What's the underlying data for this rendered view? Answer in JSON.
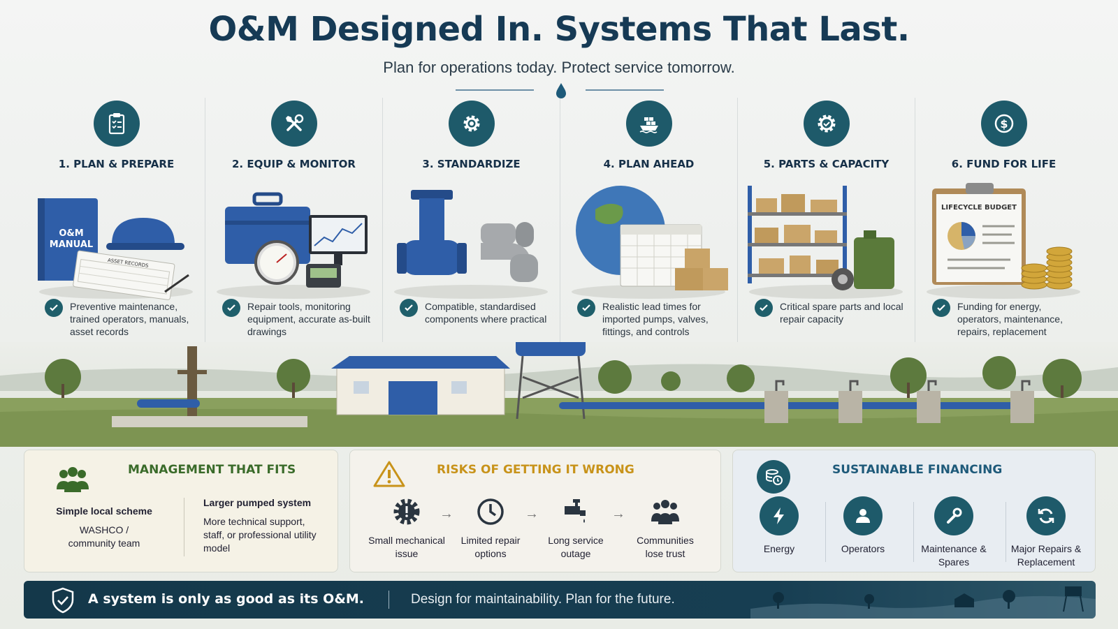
{
  "header": {
    "title": "O&M Designed In. Systems That Last.",
    "subtitle": "Plan for operations today. Protect service tomorrow."
  },
  "illustration_text": {
    "manual": "O&M\nMANUAL",
    "budget": "LIFECYCLE BUDGET",
    "asset_records": "ASSET RECORDS"
  },
  "steps": [
    {
      "title": "1. PLAN & PREPARE",
      "icon": "clipboard-checklist-icon",
      "desc": "Preventive maintenance, trained operators, manuals, asset records"
    },
    {
      "title": "2. EQUIP & MONITOR",
      "icon": "tools-icon",
      "desc": "Repair tools, monitoring equipment, accurate as-built drawings"
    },
    {
      "title": "3. STANDARDIZE",
      "icon": "gear-icon",
      "desc": "Compatible, standardised components where practical"
    },
    {
      "title": "4. PLAN AHEAD",
      "icon": "cargo-ship-icon",
      "desc": "Realistic lead times for imported pumps, valves, fittings, and controls"
    },
    {
      "title": "5. PARTS & CAPACITY",
      "icon": "gear-badge-icon",
      "desc": "Critical spare parts and local repair capacity"
    },
    {
      "title": "6. FUND FOR LIFE",
      "icon": "dollar-coin-icon",
      "desc": "Funding for energy, operators, maintenance, repairs, replacement"
    }
  ],
  "management": {
    "title": "MANAGEMENT THAT FITS",
    "simple_heading": "Simple local scheme",
    "simple_text": "WASHCO / community team",
    "larger_heading": "Larger pumped system",
    "larger_text": "More technical support, staff, or professional utility model"
  },
  "risks": {
    "title": "RISKS OF GETTING IT WRONG",
    "items": [
      "Small mechanical issue",
      "Limited repair options",
      "Long service outage",
      "Communities lose trust"
    ]
  },
  "financing": {
    "title": "SUSTAINABLE FINANCING",
    "items": [
      "Energy",
      "Operators",
      "Maintenance & Spares",
      "Major Repairs & Replacement"
    ]
  },
  "footer": {
    "bold": "A system is only as good as its O&M.",
    "regular": "Design for maintainability. Plan for the future."
  },
  "colors": {
    "title": "#163a55",
    "icon_teal": "#1e5a6a",
    "management_green": "#3a6b2a",
    "risk_amber": "#c8931a",
    "footer_navy": "#14384a",
    "equipment_blue": "#2f5ea8"
  }
}
